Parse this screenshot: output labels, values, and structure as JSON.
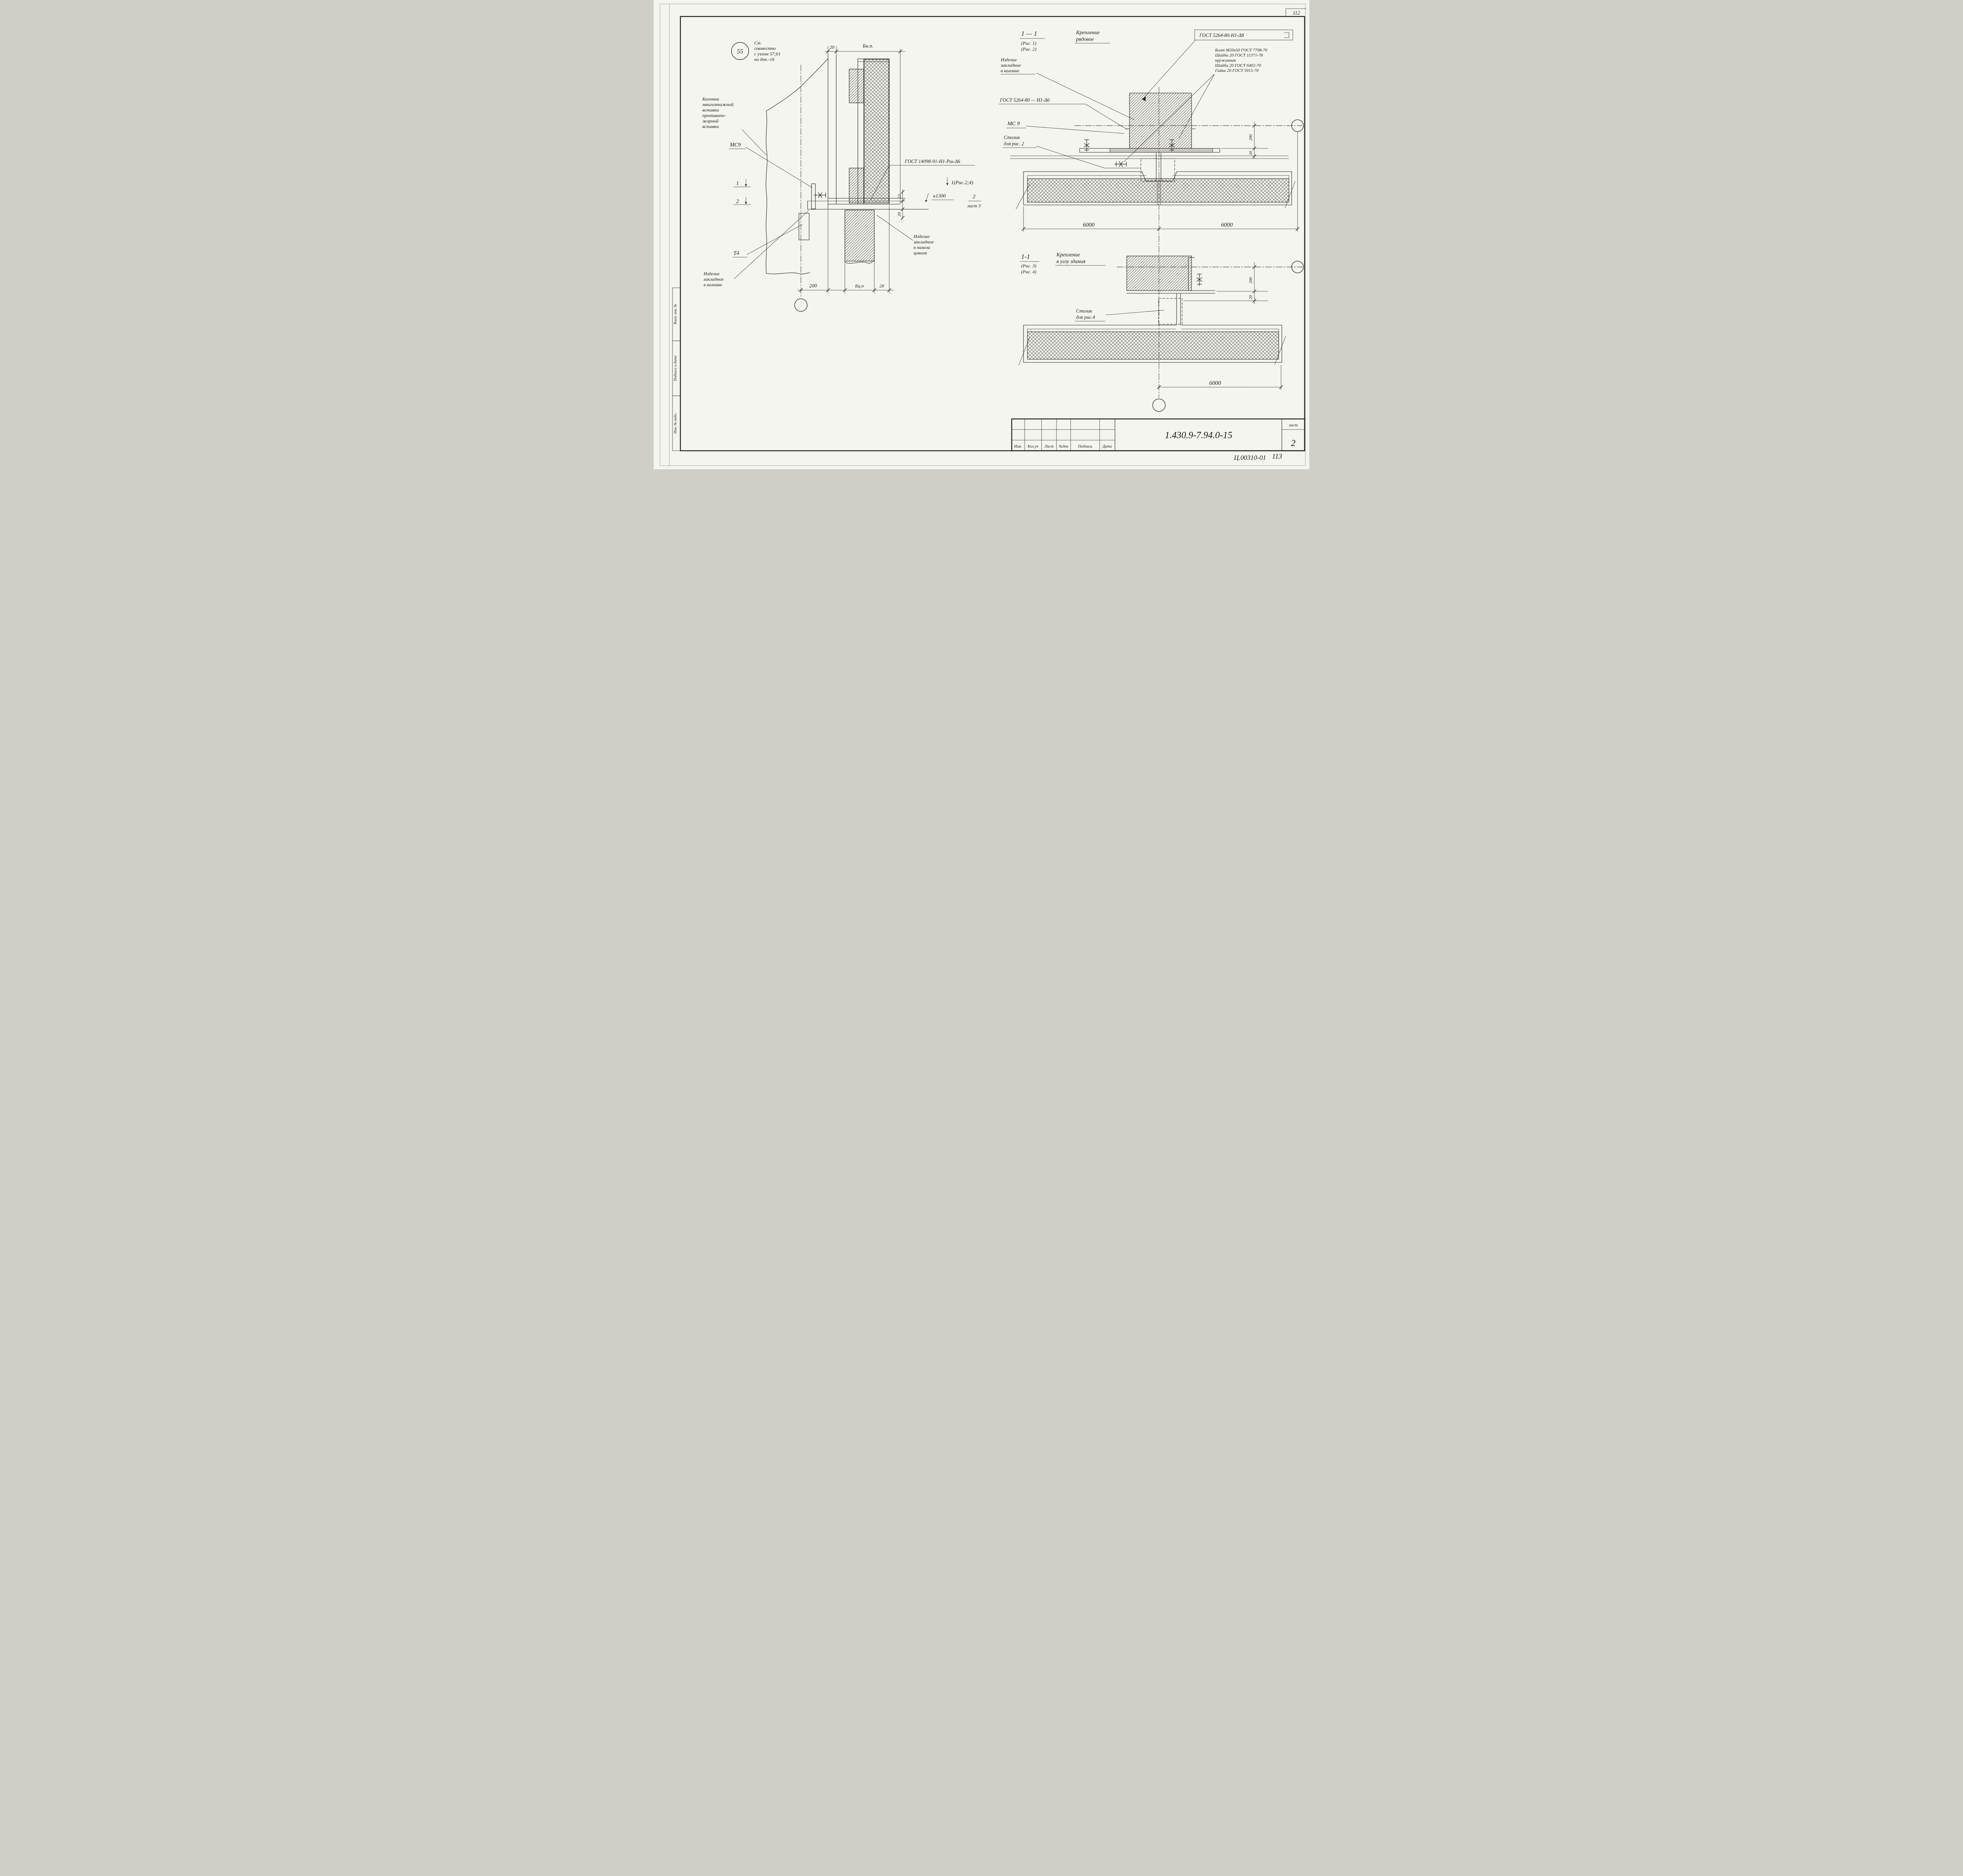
{
  "page": {
    "corner_number": "112",
    "footer_stamp": "Ц.00310-01",
    "footer_page": "113"
  },
  "title_block": {
    "doc_number": "1.430.9-7.94.0-15",
    "sheet_label": "лист",
    "sheet_number": "2",
    "columns": [
      "Изм.",
      "Кол.уч",
      "Лист",
      "№док",
      "Подпись",
      "Дата"
    ]
  },
  "side_strip": {
    "labels": [
      "Взам. инв. №",
      "Подпись и дата",
      "Инв. № подл."
    ]
  },
  "left_view": {
    "node_number": "55",
    "see_note": [
      "См.",
      "совместно",
      "с узлом 57;61",
      "на док.-16"
    ],
    "dim_top_20": "20",
    "label_bnp": "Бн.п.",
    "column_note": [
      "Колонна",
      "многоэтажной",
      "вставки",
      "противопо-",
      "жарной",
      "вставки"
    ],
    "label_mc9": "МС9",
    "mark_1": "1",
    "mark_2": "2",
    "label_t4": "Т4",
    "embed_column_note": [
      "Изделие",
      "закладное",
      "в колонне"
    ],
    "dim_200": "200",
    "label_bcp": "Бц.п",
    "dim_bottom_20": "20",
    "gost_rebar": "ГОСТ 14098-91-Н1-Рш-Δ6",
    "ref_fig": "1(Рис.2;4)",
    "ref_k1300": "к1300",
    "ref_2": "2",
    "ref_sheet": "лист 3",
    "embed_panel_note": [
      "Изделие",
      "закладное",
      "в панели",
      "цоколя"
    ],
    "dim_22": "22",
    "dim_side_20": "20"
  },
  "right_top": {
    "section_label": "1 — 1",
    "fig1": "(Рис. 1)",
    "fig2": "(Рис. 2)",
    "caption": [
      "Крепление",
      "рядовое"
    ],
    "gost_boxed": "ГОСТ 5264-80-Н1-Δ8",
    "hardware_note": [
      "Болт М20х50 ГОСТ 7798-70",
      "Шайба 20 ГОСТ 11371-78",
      "пружинная",
      "Шайба 20 ГОСТ 6402-70",
      "Гайка 20 ГОСТ 5915-70"
    ],
    "embed_note": [
      "Изделие",
      "закладное",
      "в колонне"
    ],
    "gost_weld": "ГОСТ 5264-80 — Н1-Δ6",
    "label_mc9": "МС 9",
    "table_note": [
      "Столик",
      "для рис. 2"
    ],
    "dim_20": "20",
    "dim_200": "200",
    "dim_span_left": "6000",
    "dim_span_right": "6000"
  },
  "right_bottom": {
    "section_label": "1-1",
    "fig3": "(Рис. 3)",
    "fig4": "(Рис. 4)",
    "caption": [
      "Крепление",
      "в углу здания"
    ],
    "table_note": [
      "Столик",
      "для рис.4"
    ],
    "dim_20": "20",
    "dim_200": "200",
    "dim_span": "6000"
  }
}
